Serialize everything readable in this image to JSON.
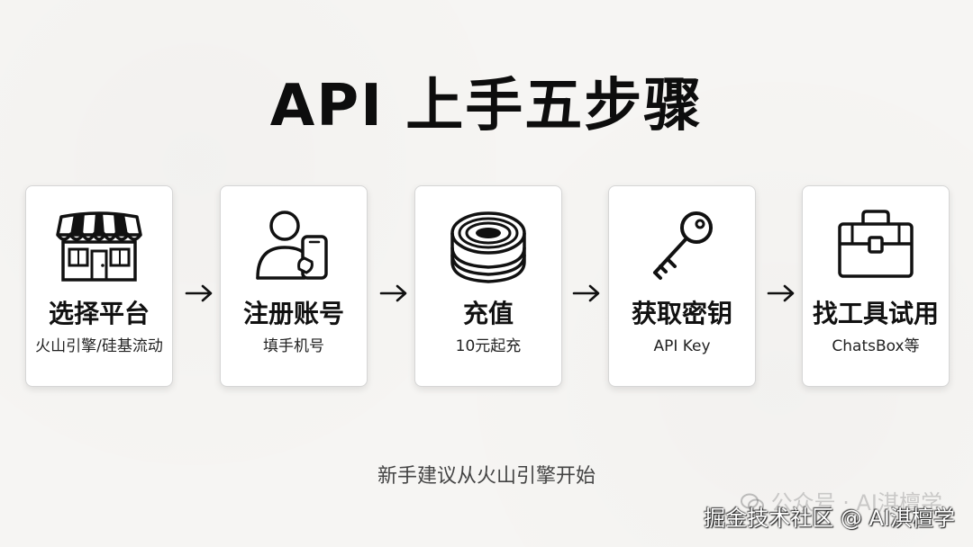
{
  "title": "API 上手五步骤",
  "steps": [
    {
      "icon": "storefront-icon",
      "label": "选择平台",
      "sub": "火山引擎/硅基流动"
    },
    {
      "icon": "person-phone-icon",
      "label": "注册账号",
      "sub": "填手机号"
    },
    {
      "icon": "coin-stack-icon",
      "label": "充值",
      "sub": "10元起充"
    },
    {
      "icon": "key-icon",
      "label": "获取密钥",
      "sub": "API Key"
    },
    {
      "icon": "toolbox-icon",
      "label": "找工具试用",
      "sub": "ChatsBox等"
    }
  ],
  "arrows": [
    "arrow-right-icon",
    "arrow-right-icon",
    "arrow-right-icon",
    "arrow-right-icon"
  ],
  "footnote": "新手建议从火山引擎开始",
  "watermarks": {
    "wechat": "公众号 · AI淇檀学",
    "juejin": "掘金技术社区 @ AI淇檀学"
  },
  "colors": {
    "background": "#f6f5f3",
    "card": "#ffffff",
    "ink": "#111111"
  }
}
